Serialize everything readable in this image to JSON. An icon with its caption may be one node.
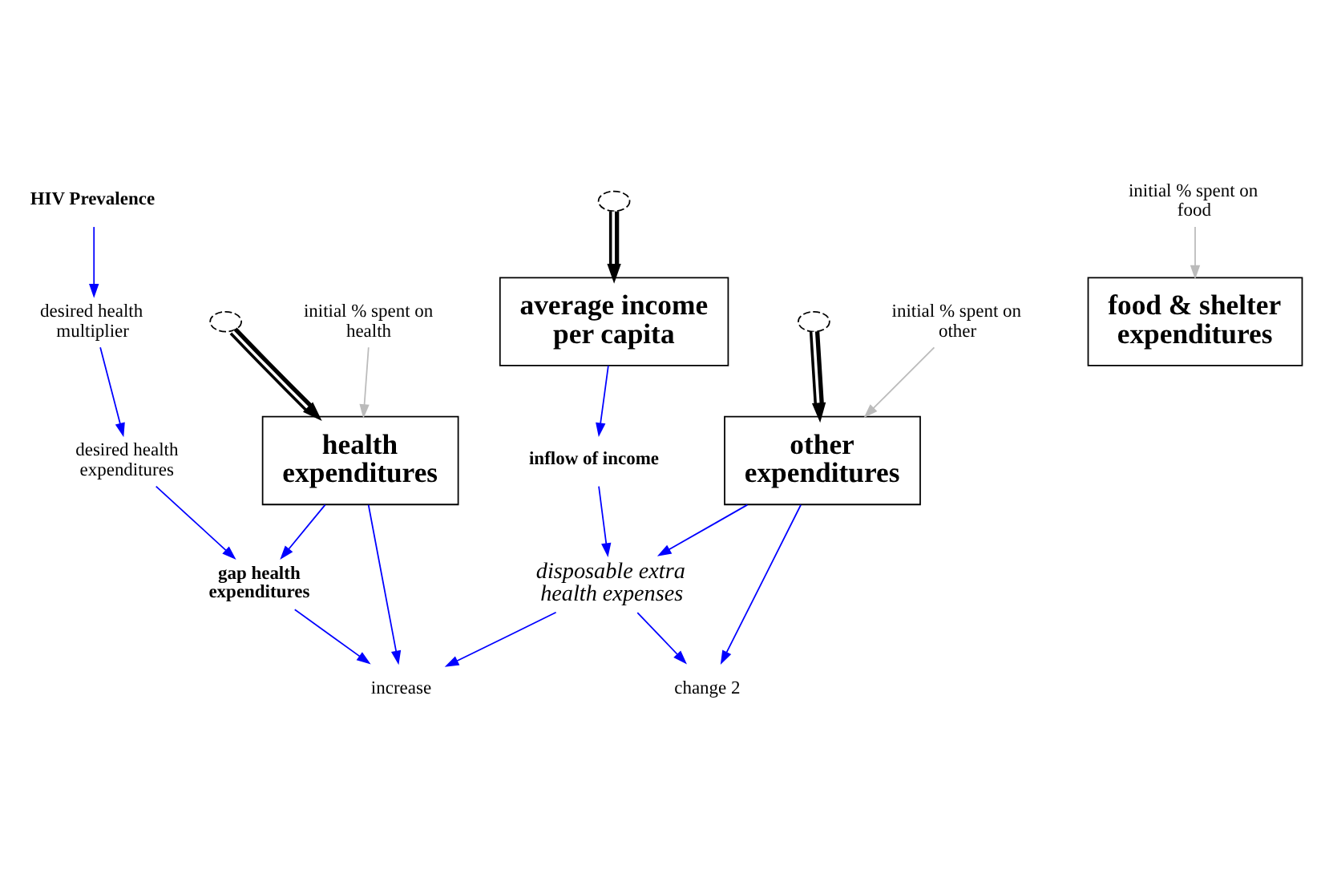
{
  "diagram": {
    "nodes": [
      {
        "text": [
          "average income per capita"
        ]
      },
      {
        "text": [
          "inflow of income"
        ]
      },
      {
        "text": [],
        "shape": "cloud"
      },
      {
        "text": [
          "health expenditures"
        ]
      },
      {
        "text": [
          "increase"
        ]
      },
      {
        "text": [],
        "shape": "cloud"
      },
      {
        "text": [
          "initial % spent on health"
        ]
      },
      {
        "text": [
          "food & shelter expenditures"
        ]
      },
      {
        "text": [
          "disposable extra health expenses"
        ]
      },
      {
        "text": [
          "initial % spent on food"
        ]
      },
      {
        "text": [
          "change 2"
        ]
      },
      {
        "text": [],
        "shape": "cloud"
      },
      {
        "text": [
          "gap health expenditures"
        ]
      },
      {
        "text": [
          "HIV Prevalence"
        ]
      },
      {
        "text": [
          "other expenditures"
        ]
      },
      {
        "text": [
          "initial % spent on other"
        ]
      },
      {
        "text": [
          "desired health expenditures"
        ]
      },
      {
        "text": [
          "desired health multiplier"
        ]
      }
    ],
    "edges": [
      {
        "from": 2,
        "to": 0,
        "arrow": "to",
        "style": "thick",
        "color": "#000000"
      },
      {
        "from": 5,
        "to": 3,
        "arrow": "to",
        "style": "thick",
        "color": "#000000"
      },
      {
        "from": 11,
        "to": 14,
        "arrow": "to",
        "style": "thick",
        "color": "#000000"
      },
      {
        "from": 0,
        "to": 1,
        "arrow": "to"
      },
      {
        "from": 1,
        "to": 8,
        "arrow": "to"
      },
      {
        "from": 3,
        "to": 4,
        "arrow": "to"
      },
      {
        "from": 8,
        "to": 4,
        "arrow": "to"
      },
      {
        "from": 12,
        "to": 4,
        "arrow": "to"
      },
      {
        "from": 3,
        "to": 12,
        "arrow": "to"
      },
      {
        "from": 6,
        "to": 3,
        "arrow": "to",
        "color": "#bbbbbb"
      },
      {
        "from": 9,
        "to": 7,
        "arrow": "to",
        "color": "#bbbbbb"
      },
      {
        "from": 8,
        "to": 10,
        "arrow": "to"
      },
      {
        "from": 14,
        "to": 10,
        "arrow": "to"
      },
      {
        "from": 14,
        "to": 8,
        "arrow": "to"
      },
      {
        "from": 15,
        "to": 14,
        "arrow": "to",
        "color": "#bbbbbb"
      },
      {
        "from": 13,
        "to": 17,
        "arrow": "to"
      },
      {
        "from": 17,
        "to": 16,
        "arrow": "to"
      },
      {
        "from": 16,
        "to": 12,
        "arrow": "to"
      }
    ]
  }
}
